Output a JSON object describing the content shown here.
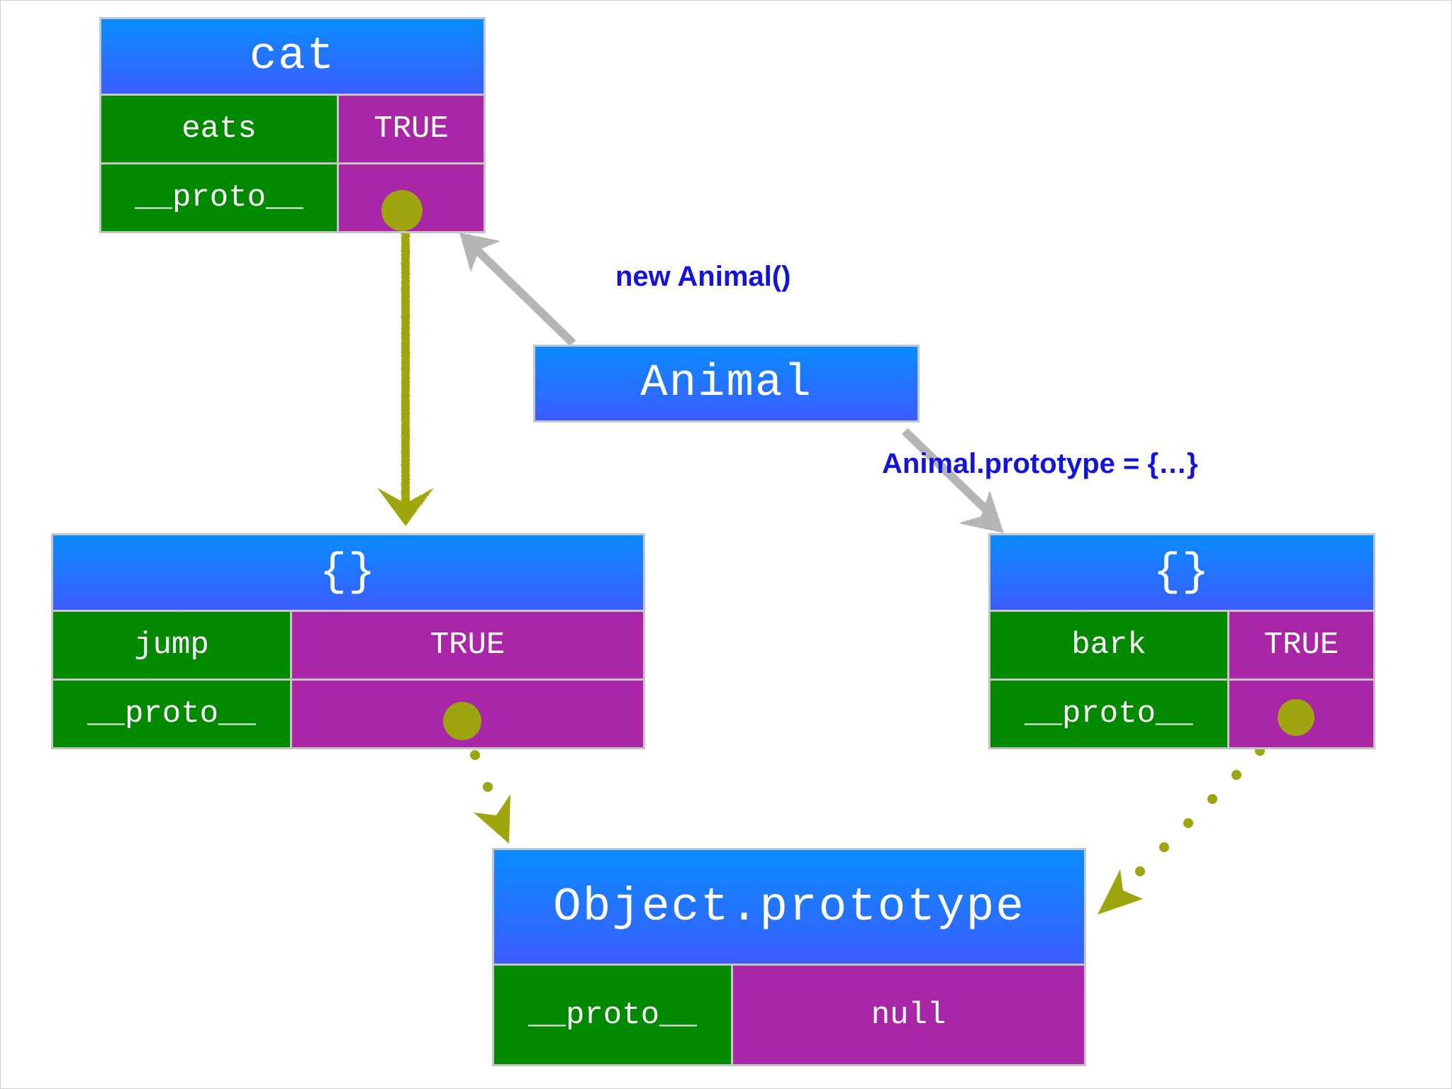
{
  "boxes": {
    "cat": {
      "title": "cat",
      "rows": [
        {
          "key": "eats",
          "value": "TRUE"
        },
        {
          "key": "__proto__",
          "value": ""
        }
      ]
    },
    "animal": {
      "title": "Animal"
    },
    "jump_proto": {
      "title": "{}",
      "rows": [
        {
          "key": "jump",
          "value": "TRUE"
        },
        {
          "key": "__proto__",
          "value": ""
        }
      ]
    },
    "bark_proto": {
      "title": "{}",
      "rows": [
        {
          "key": "bark",
          "value": "TRUE"
        },
        {
          "key": "__proto__",
          "value": ""
        }
      ]
    },
    "object_prototype": {
      "title": "Object.prototype",
      "rows": [
        {
          "key": "__proto__",
          "value": "null"
        }
      ]
    }
  },
  "labels": {
    "new_animal": "new Animal()",
    "animal_prototype_assign": "Animal.prototype = {…}"
  },
  "colors": {
    "header": "#1a7cff",
    "key_cell": "#018a00",
    "value_cell": "#a926a6",
    "pointer": "#9ea50f",
    "constructor_arrow": "#b5b5b5",
    "label_text": "#1313e0"
  }
}
